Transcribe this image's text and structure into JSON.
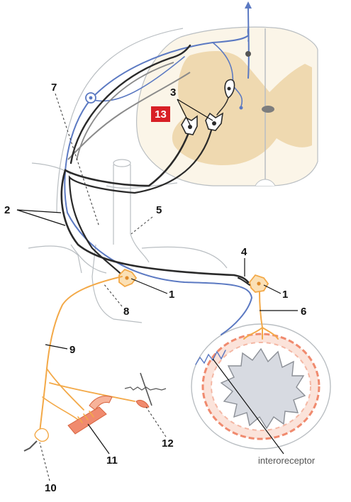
{
  "labels": {
    "l1a": "1",
    "l1b": "1",
    "l2": "2",
    "l3": "3",
    "l4": "4",
    "l5": "5",
    "l6": "6",
    "l7": "7",
    "l8": "8",
    "l9": "9",
    "l10": "10",
    "l11": "11",
    "l12": "12",
    "l13": "13",
    "interoreceptor": "interoreceptor"
  },
  "colors": {
    "badge": "#d81f26",
    "gray_matter": "#efd9b0",
    "white_matter": "#fbf5e8",
    "motor_fiber": "#2a2a2a",
    "afferent_fiber": "#5b79c2",
    "sympathetic_fiber": "#f3a948",
    "gut_muscle": "#f08a6e"
  }
}
